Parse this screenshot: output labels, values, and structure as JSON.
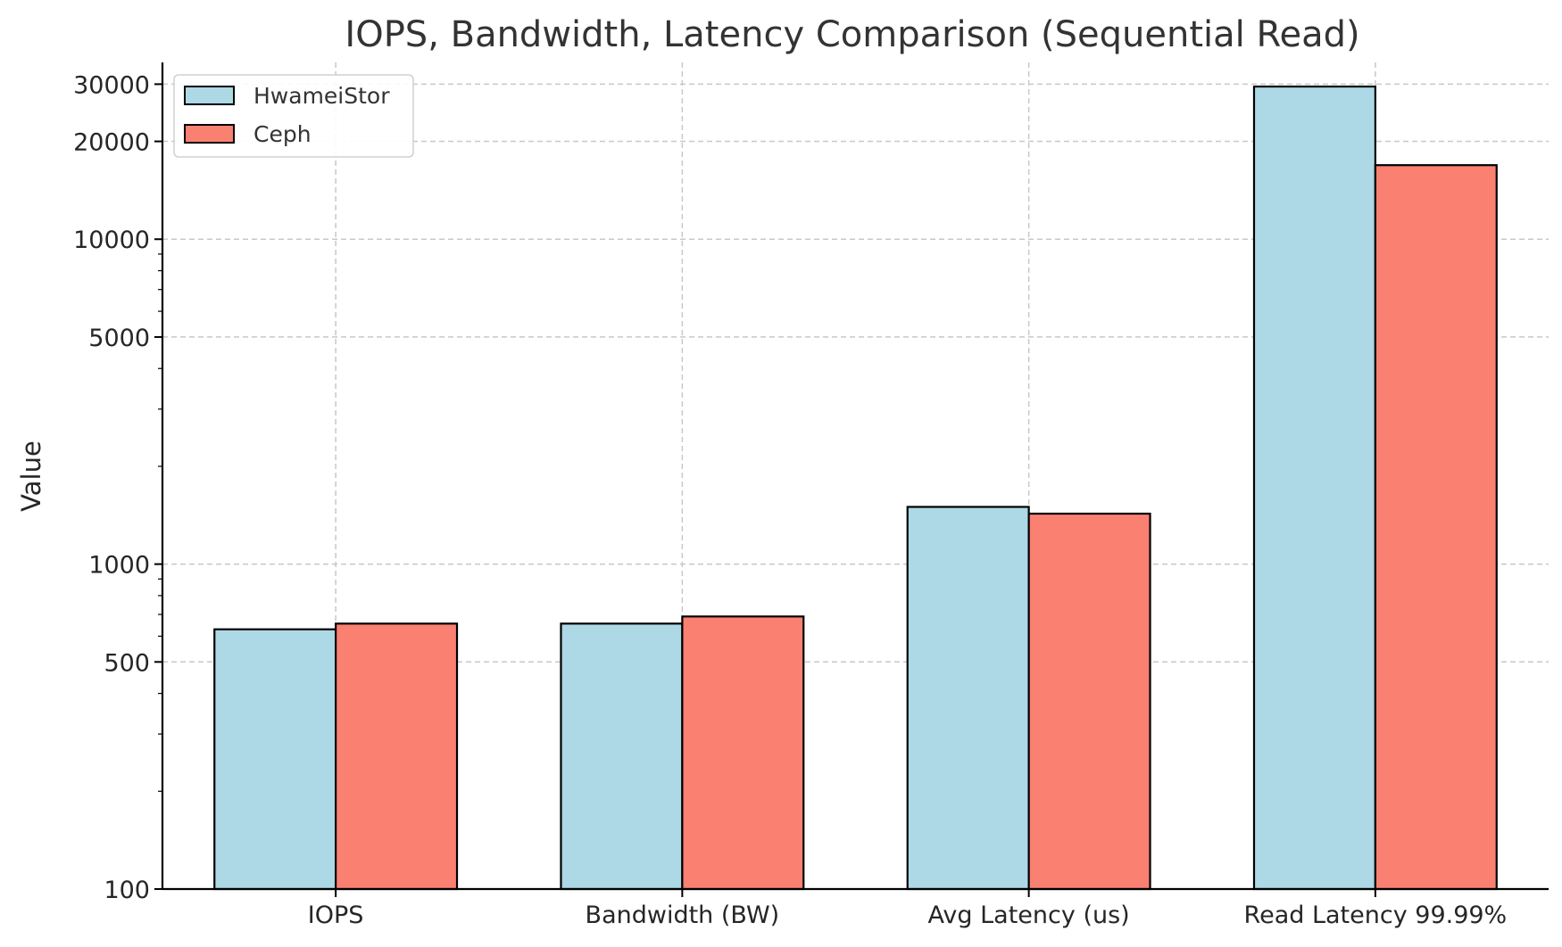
{
  "chart_data": {
    "type": "bar",
    "title": "IOPS, Bandwidth, Latency Comparison (Sequential Read)",
    "xlabel": "",
    "ylabel": "Value",
    "yscale": "log",
    "ylim": [
      100,
      35000
    ],
    "yticks": [
      100,
      500,
      1000,
      5000,
      10000,
      20000,
      30000
    ],
    "ytick_labels": [
      "100",
      "500",
      "1000",
      "5000",
      "10000",
      "20000",
      "30000"
    ],
    "categories": [
      "IOPS",
      "Bandwidth (BW)",
      "Avg Latency (us)",
      "Read Latency 99.99%"
    ],
    "series": [
      {
        "name": "HwameiStor",
        "color": "#add8e6",
        "values": [
          630,
          656,
          1500,
          29500
        ]
      },
      {
        "name": "Ceph",
        "color": "#fa8072",
        "values": [
          656,
          690,
          1430,
          16900
        ]
      }
    ],
    "grid": true,
    "legend_position": "top-left"
  }
}
